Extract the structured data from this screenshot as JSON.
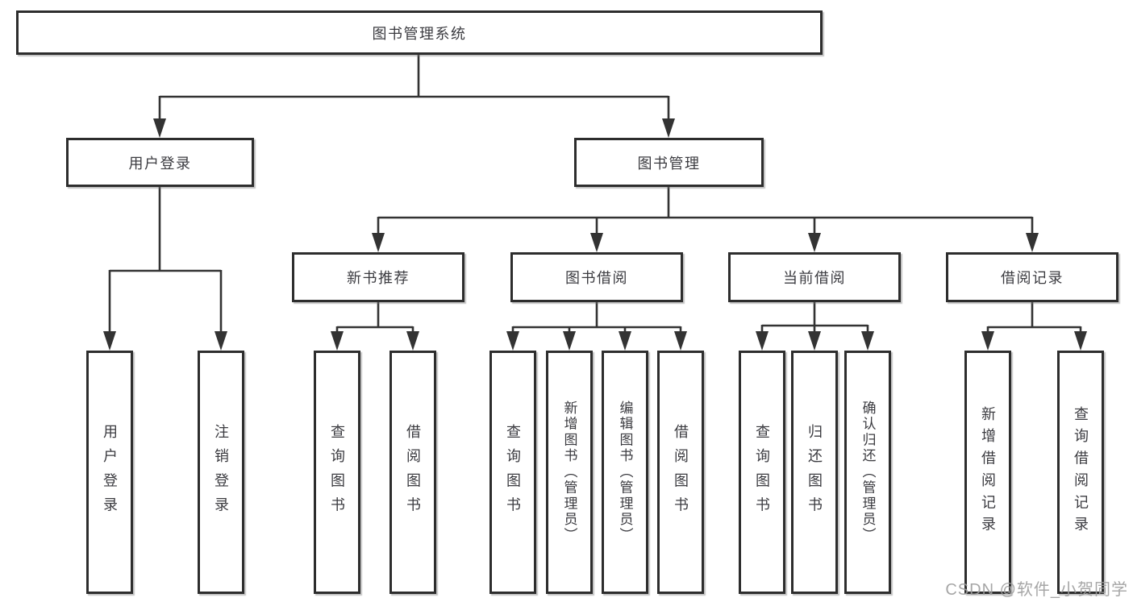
{
  "diagram": {
    "root": {
      "label": "图书管理系统"
    },
    "level2": [
      {
        "label": "用户登录"
      },
      {
        "label": "图书管理"
      }
    ],
    "level3": [
      {
        "label": "新书推荐"
      },
      {
        "label": "图书借阅"
      },
      {
        "label": "当前借阅"
      },
      {
        "label": "借阅记录"
      }
    ],
    "leaves": {
      "user_login": [
        {
          "label": "用户登录"
        },
        {
          "label": "注销登录"
        }
      ],
      "new_book": [
        {
          "label": "查询图书"
        },
        {
          "label": "借阅图书"
        }
      ],
      "book_borrow": [
        {
          "label": "查询图书"
        },
        {
          "label": "新增图书（管理员）"
        },
        {
          "label": "编辑图书（管理员）"
        },
        {
          "label": "借阅图书"
        }
      ],
      "current_borrow": [
        {
          "label": "查询图书"
        },
        {
          "label": "归还图书"
        },
        {
          "label": "确认归还（管理员）"
        }
      ],
      "borrow_records": [
        {
          "label": "新增借阅记录"
        },
        {
          "label": "查询借阅记录"
        }
      ]
    }
  },
  "watermark": {
    "text": "CSDN @软件_小贺同学"
  },
  "colors": {
    "line": "#333333",
    "box_border": "#2d2d2d",
    "text": "#3b3b40",
    "background": "#ffffff",
    "watermark": "#9e9e9e"
  }
}
